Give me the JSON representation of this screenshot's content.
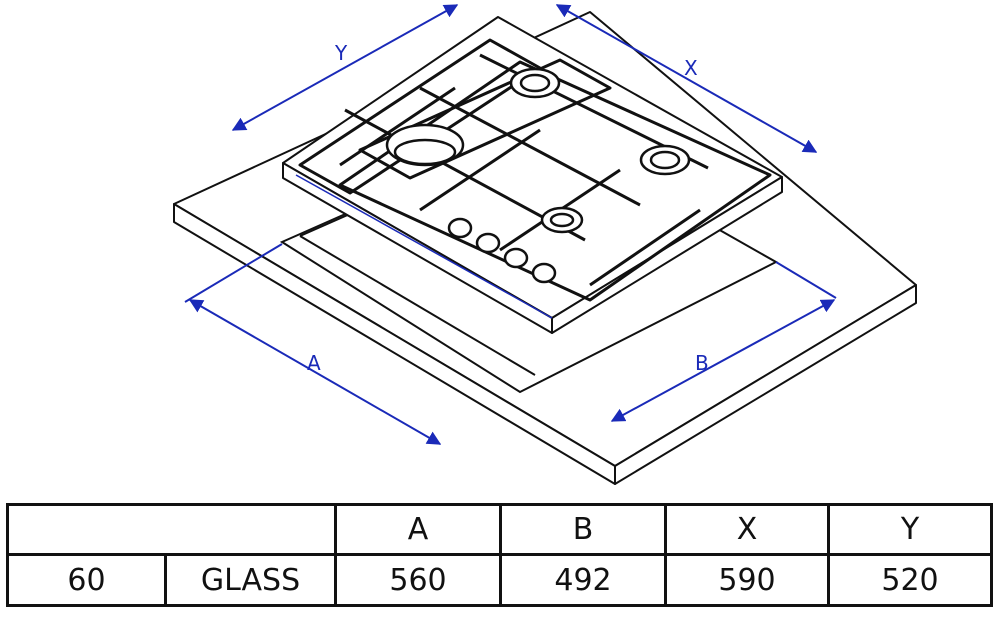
{
  "dimensions": {
    "y_label": "Y",
    "x_label": "X",
    "a_label": "A",
    "b_label": "B"
  },
  "table": {
    "headers": [
      "A",
      "B",
      "X",
      "Y"
    ],
    "row": {
      "size": "60",
      "material": "GLASS",
      "a": "560",
      "b": "492",
      "x": "590",
      "y": "520"
    }
  },
  "colors": {
    "dimension_lines": "#1a2ab8",
    "outline": "#111111"
  }
}
